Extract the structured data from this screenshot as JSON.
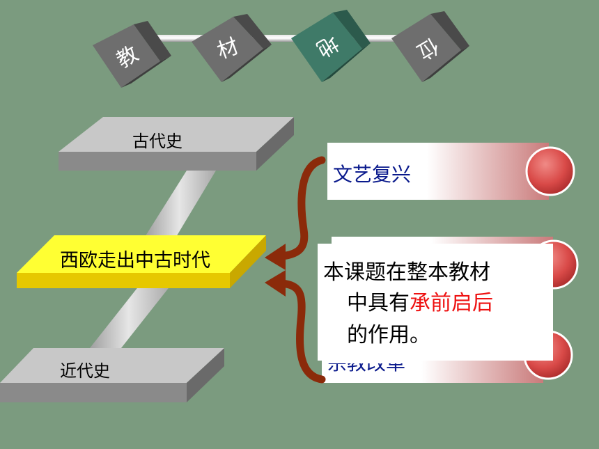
{
  "header": {
    "cubes": [
      "教",
      "材",
      "地",
      "位"
    ]
  },
  "platforms": {
    "top": "古代史",
    "middle": "西欧走出中古时代",
    "bottom": "近代史"
  },
  "topics": {
    "first": "文艺复兴",
    "third_partial": "宗教改革"
  },
  "note": {
    "line1": "本课题在整本教材",
    "line2_prefix": "中具有",
    "line2_highlight": "承前启后",
    "line3": "的作用。"
  },
  "colors": {
    "background": "#7b9b7f",
    "cube_gray": "#6b6b6b",
    "cube_teal": "#3f7a68",
    "highlight_platform": "#ffff33",
    "arrow": "#8b2a0a",
    "circle": "#d94a48",
    "note_highlight": "#ee1111"
  }
}
